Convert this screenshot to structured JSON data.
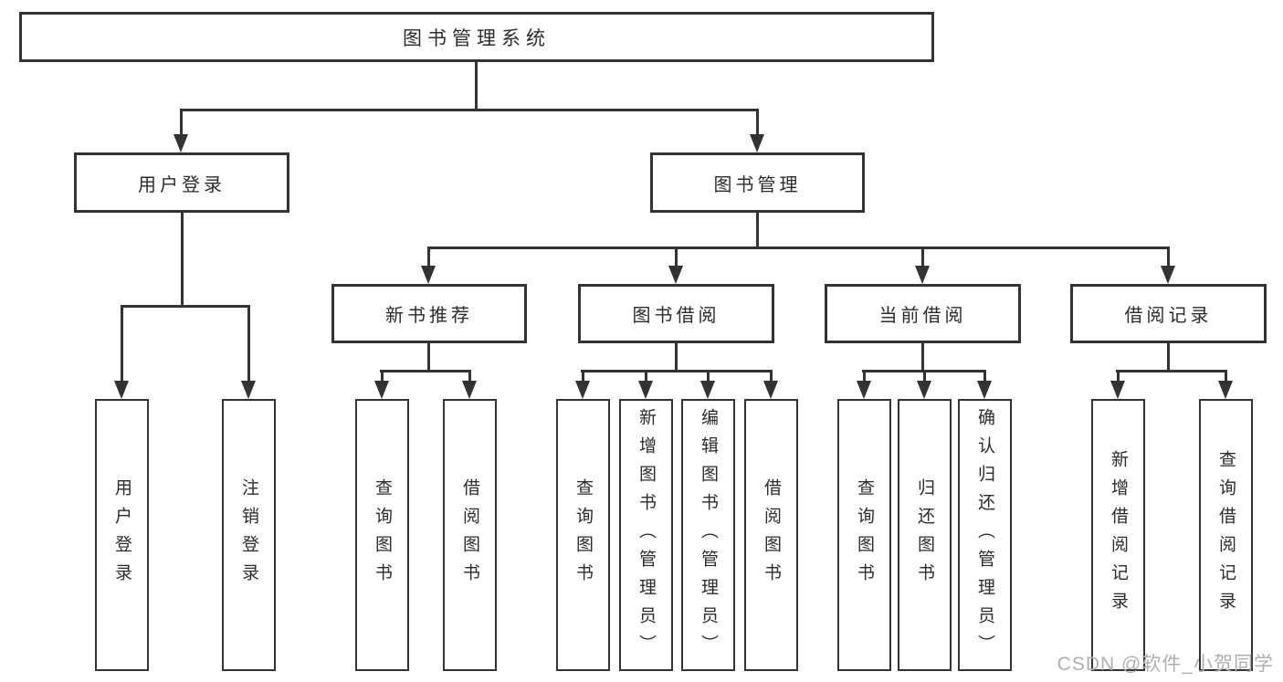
{
  "diagram": {
    "root_label": "图书管理系统",
    "user_login": {
      "label": "用户登录",
      "children": [
        "用户登录",
        "注销登录"
      ]
    },
    "book_mgmt": {
      "label": "图书管理",
      "children": [
        {
          "label": "新书推荐",
          "children": [
            "查询图书",
            "借阅图书"
          ]
        },
        {
          "label": "图书借阅",
          "children": [
            "查询图书",
            "新增图书（管理员）",
            "编辑图书（管理员）",
            "借阅图书"
          ]
        },
        {
          "label": "当前借阅",
          "children": [
            "查询图书",
            "归还图书",
            "确认归还（管理员）"
          ]
        },
        {
          "label": "借阅记录",
          "children": [
            "新增借阅记录",
            "查询借阅记录"
          ]
        }
      ]
    }
  },
  "watermark": {
    "text": "CSDN @软件_小贺同学"
  },
  "colors": {
    "line": "#333333",
    "text": "#2b2b2b",
    "box_background": "#ffffff",
    "page_background": "#ffffff",
    "watermark": "#b0b0b0"
  }
}
